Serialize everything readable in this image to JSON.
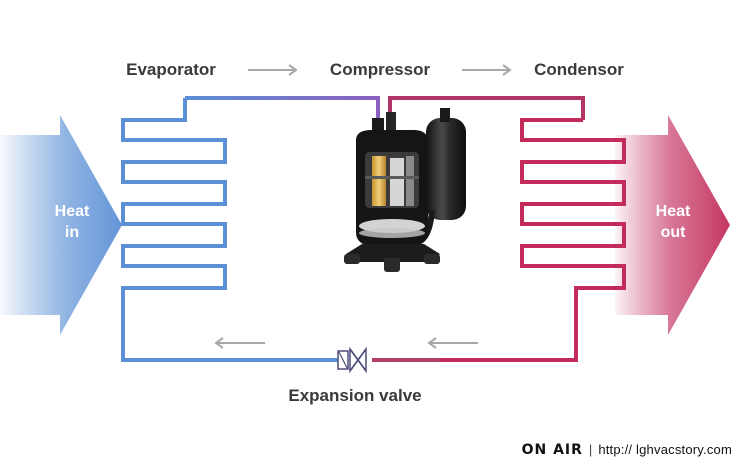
{
  "labels": {
    "evaporator": "Evaporator",
    "compressor": "Compressor",
    "condensor": "Condensor",
    "expansion_valve": "Expansion valve",
    "heat_in_1": "Heat",
    "heat_in_2": "in",
    "heat_out_1": "Heat",
    "heat_out_2": "out"
  },
  "footer": {
    "brand": "ON AIR",
    "separator": "|",
    "url": "http:// lghvacstory.com"
  },
  "colors": {
    "cold": "#5b8fd6",
    "hot": "#c22b5a",
    "flow_arrow": "#a8a8a8",
    "label": "#3a3a3a"
  },
  "icons": {
    "compressor": "compressor-icon",
    "valve": "expansion-valve-icon"
  }
}
